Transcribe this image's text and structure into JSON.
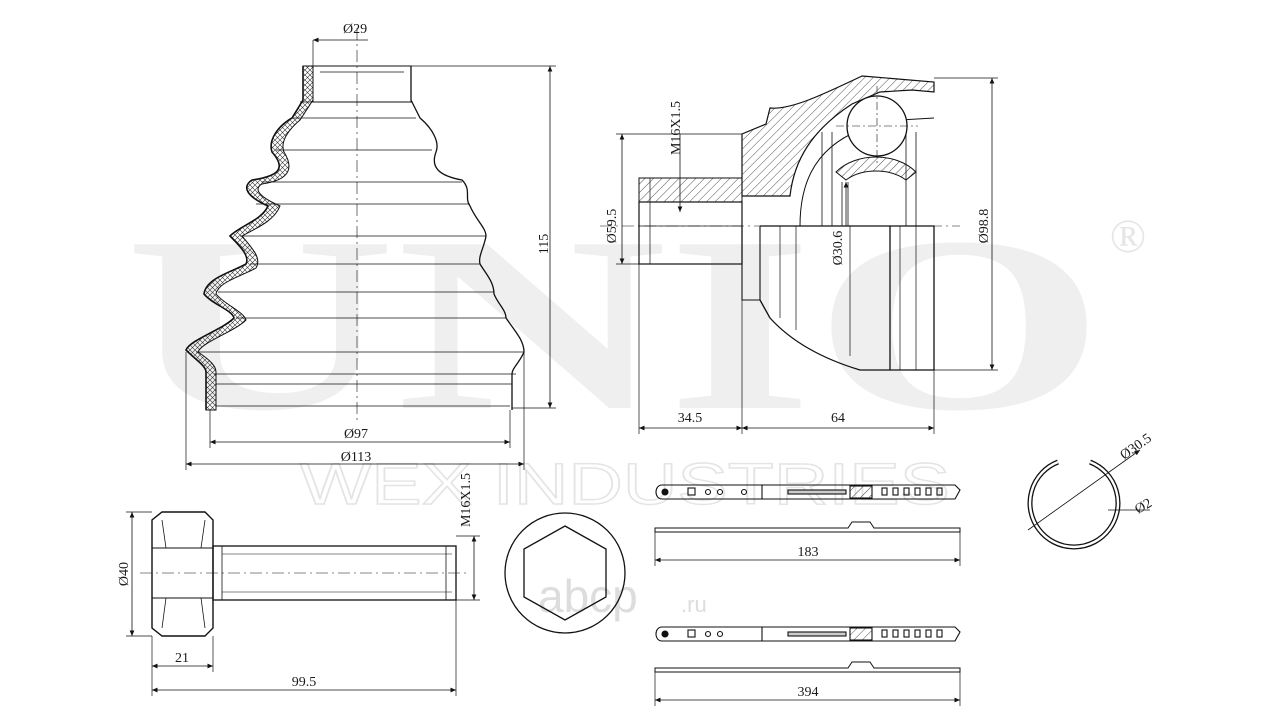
{
  "watermark": {
    "brand": "UNIO",
    "registered": "®",
    "tagline": "WEX INDUSTRIES",
    "site_main": "abcp",
    "site_suffix": ".ru"
  },
  "boot": {
    "top_diameter": "Ø29",
    "height": "115",
    "inner_bottom_diameter": "Ø97",
    "outer_bottom_diameter": "Ø113"
  },
  "cv_joint": {
    "thread": "M16X1.5",
    "shaft_diameter": "Ø59.5",
    "inner_diameter": "Ø30.6",
    "outer_diameter": "Ø98.8",
    "shaft_length": "34.5",
    "body_length": "64"
  },
  "bolt": {
    "thread": "M16X1.5",
    "head_diameter": "Ø40",
    "head_length": "21",
    "total_length": "99.5"
  },
  "clamp_small": {
    "length": "183"
  },
  "clamp_large": {
    "length": "394"
  },
  "circlip": {
    "diameter": "Ø30.5",
    "wire": "Ø2"
  }
}
